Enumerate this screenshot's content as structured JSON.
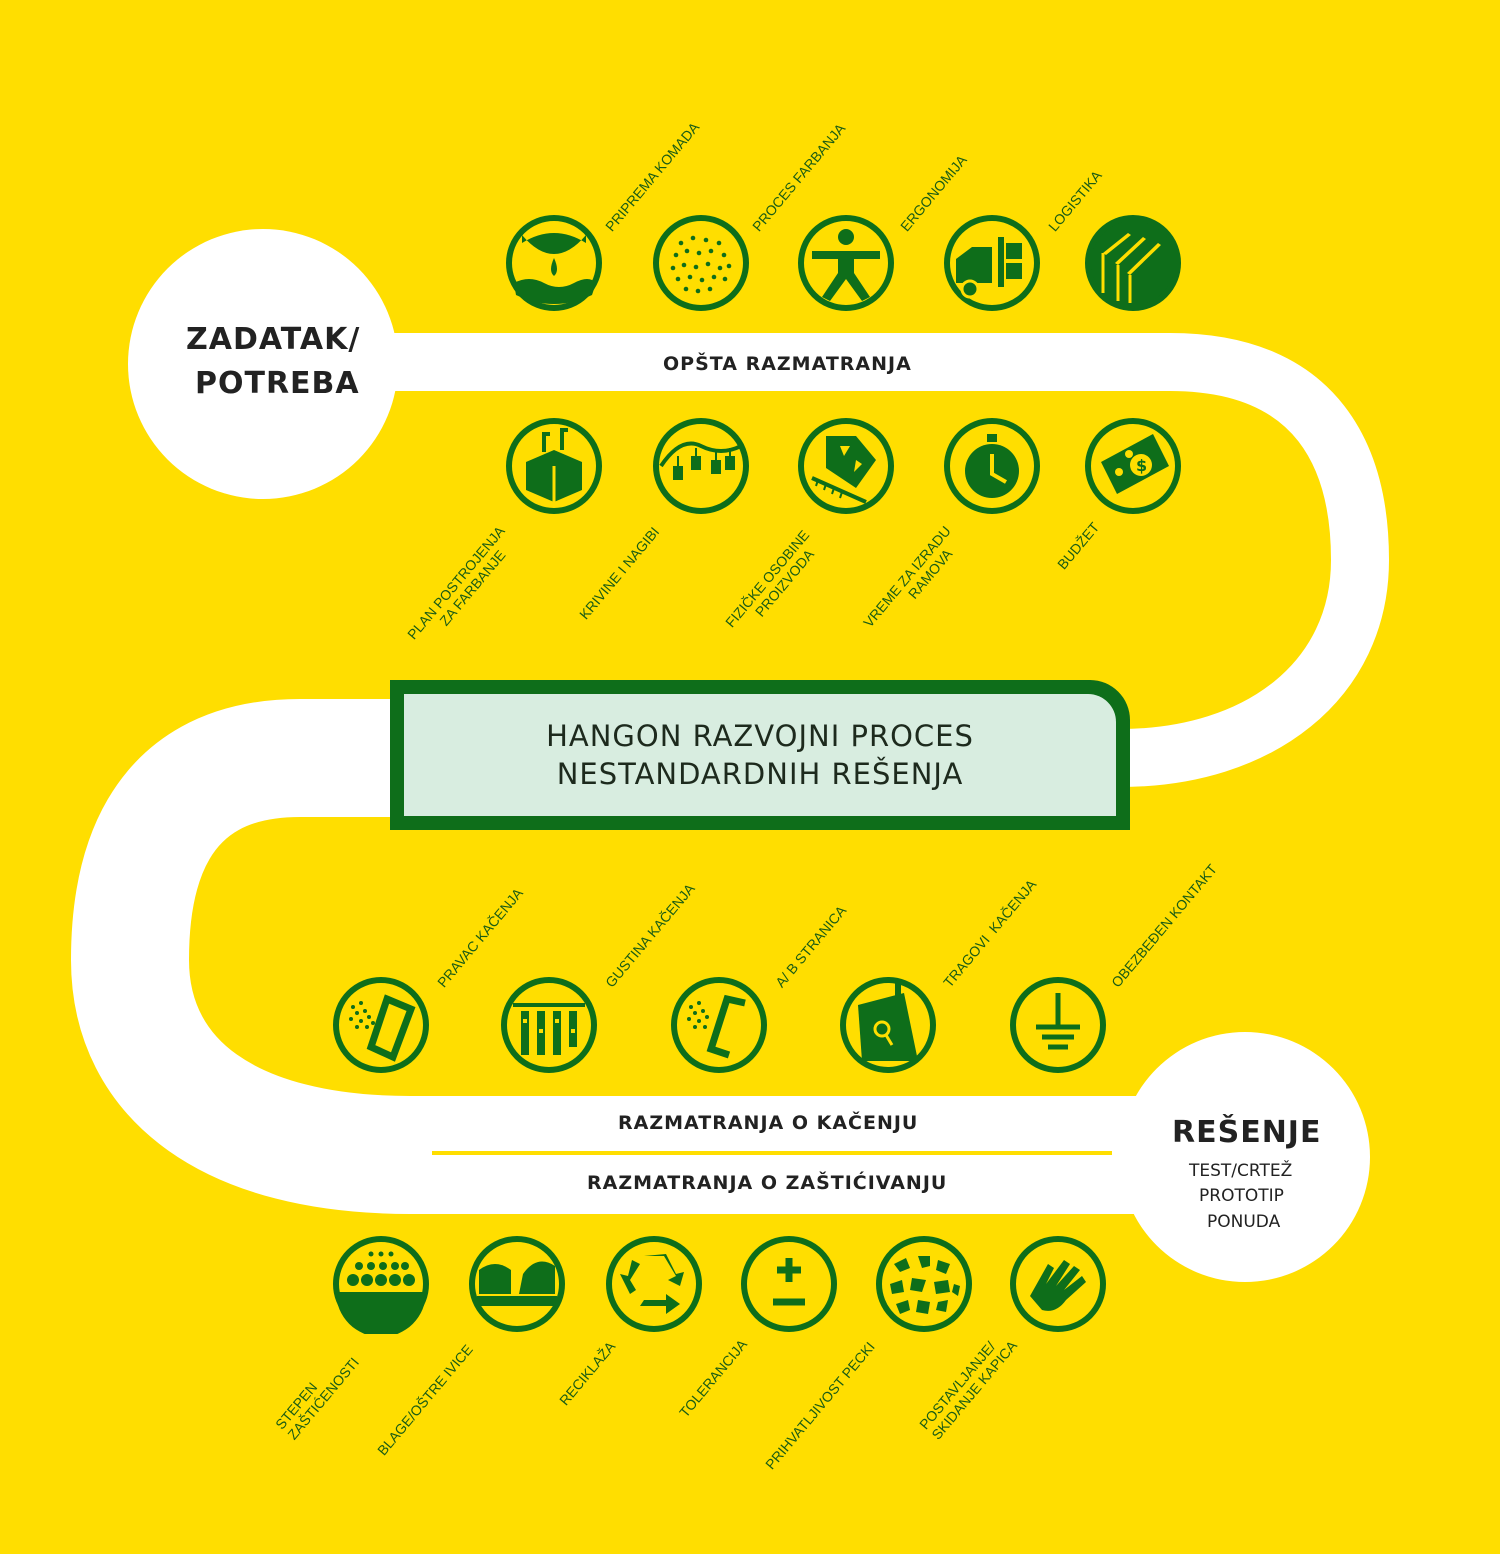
{
  "start": {
    "line1": "ZADATAK/",
    "line2": "POTREBA"
  },
  "end": {
    "title": "REŠENJE",
    "line1": "TEST/CRTEŽ",
    "line2": "PROTOTIP",
    "line3": "PONUDA"
  },
  "title": {
    "line1": "HANGON RAZVOJNI PROCES",
    "line2": "NESTANDARDNIH REŠENJA"
  },
  "sections": {
    "general": "OPŠTA RAZMATRANJA",
    "hanging": "RAZMATRANJA O KAČENJU",
    "masking": "RAZMATRANJA O  ZAŠTIĆIVANJU"
  },
  "icons_general_top": [
    "PRIPREMA KOMADA",
    "PROCES FARBANJA",
    "ERGONOMIJA",
    "LOGISTIKA"
  ],
  "icons_general_bottom": [
    "PLAN POSTROJENJA\n        ZA FARBANJE",
    "KRIVINE I NAGIBI",
    "FIZIČKE OSOBINE\n       PROIZVODA",
    "VREME ZA IZRADU\n             RAMOVA",
    "BUDŽET"
  ],
  "icons_hanging": [
    "PRAVAC KAČENJA",
    "GUSTINA KAČENJA",
    "A/ B STRANICA",
    "TRAGOVI  KAČENJA",
    "OBEZBEĐEN KONTAKT"
  ],
  "icons_masking": [
    "STEPEN\nZAŠTIĆENOSTI",
    "BLAGE/OŠTRE IVICE",
    "RECIKLAŽA",
    "TOLERANCIJA",
    "PRIHVATLJIVOST PECKI",
    "POSTAVLJANJE/\nSKIDANJE KAPICA"
  ],
  "colors": {
    "background": "#FFDE00",
    "icon_green": "#0E6E1A",
    "path": "#FFFFFF",
    "title_fill": "#D8EDE0"
  }
}
